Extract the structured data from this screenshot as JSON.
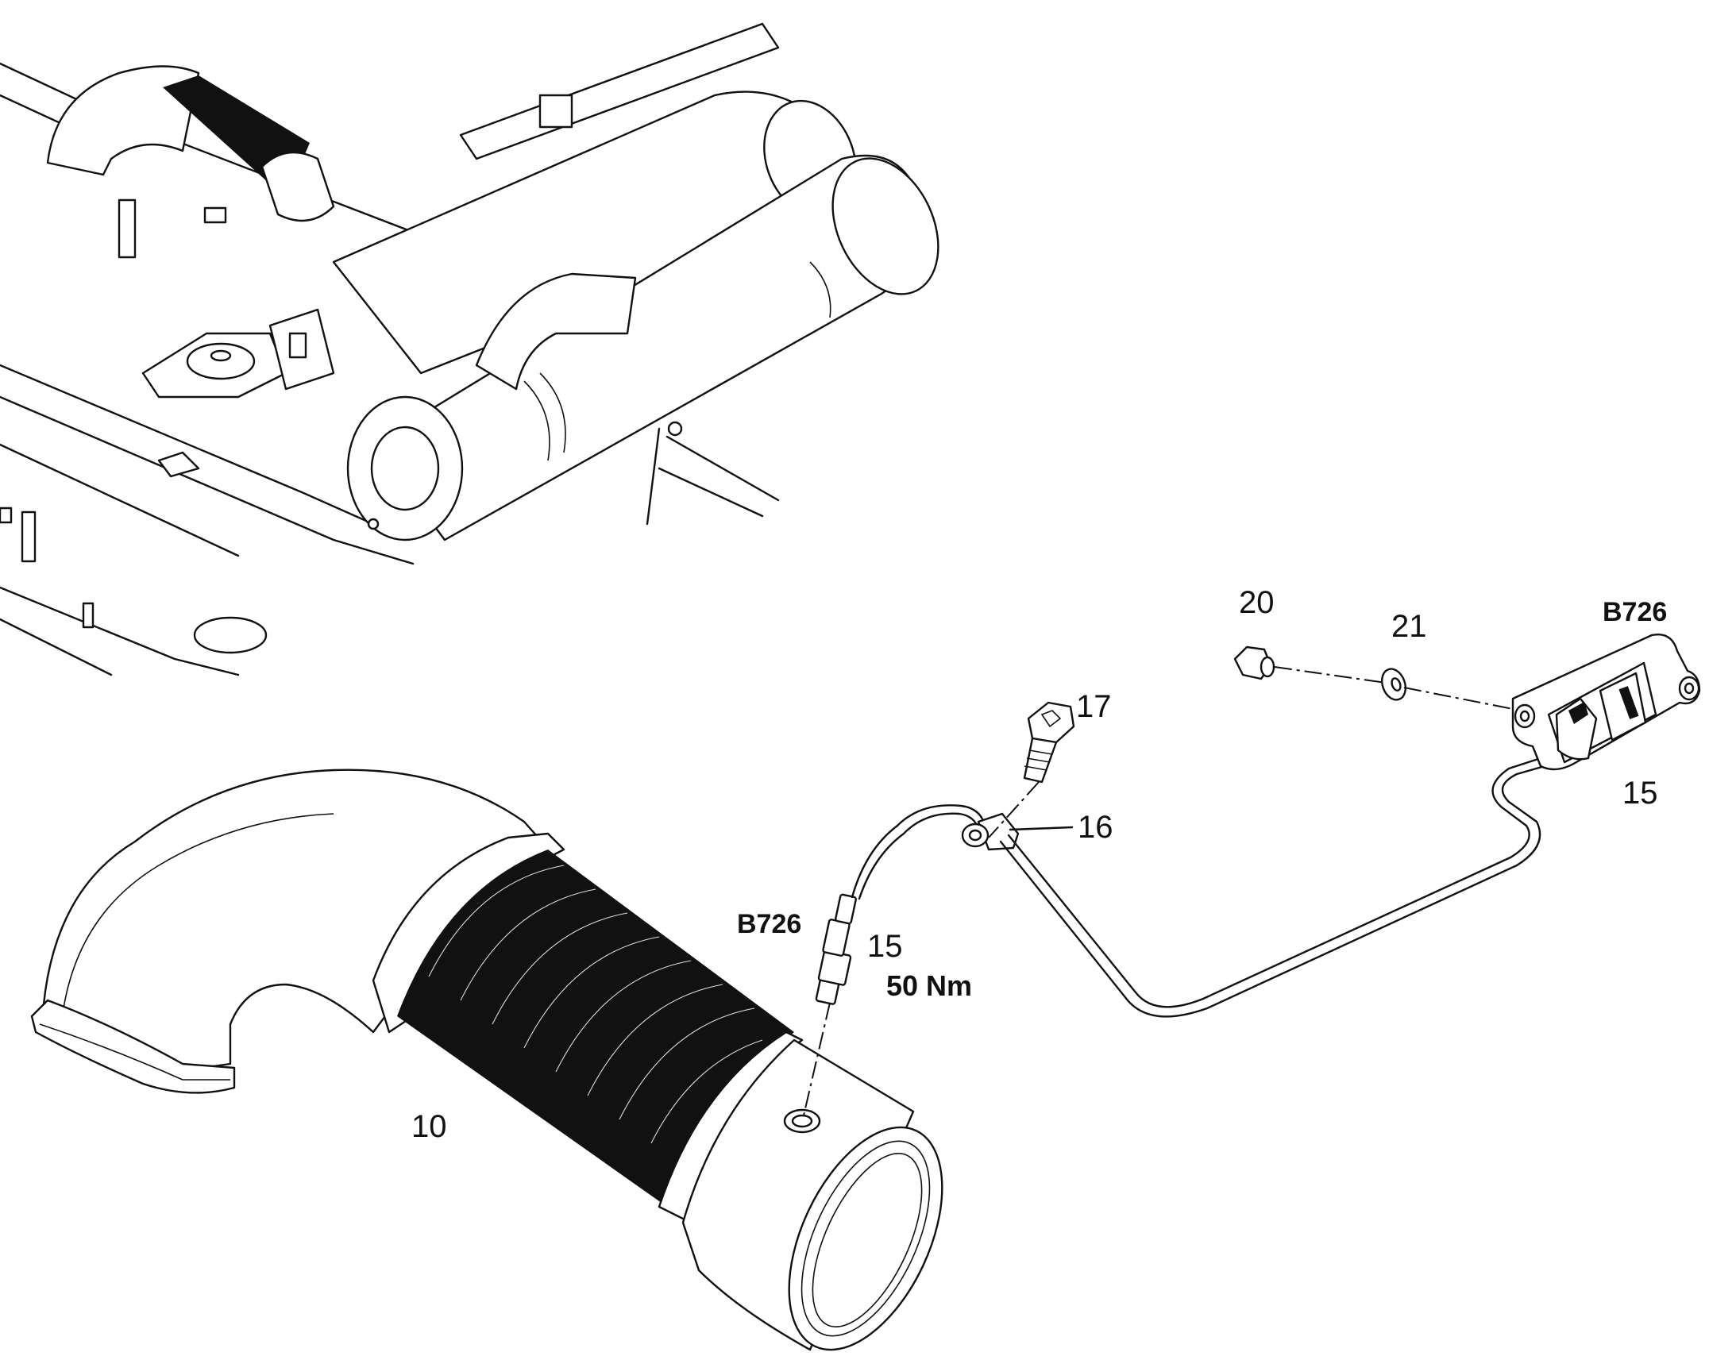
{
  "callouts": {
    "part_10": "10",
    "part_15_sensor": "15",
    "part_15_module": "15",
    "part_16": "16",
    "part_17": "17",
    "part_20": "20",
    "part_21": "21",
    "ref_b726_sensor": "B726",
    "ref_b726_module": "B726",
    "torque": "50 Nm"
  },
  "icons": {
    "overview": "exhaust-system-overview-illustration",
    "pipe": "corrugated-exhaust-pipe-icon",
    "sensor": "nox-sensor-probe-icon",
    "module": "sensor-control-module-icon",
    "bolt": "hex-socket-bolt-icon",
    "clamp": "cable-clamp-icon",
    "nut": "hex-nut-icon",
    "washer": "washer-icon"
  },
  "colors": {
    "line": "#111111",
    "background": "#ffffff"
  }
}
